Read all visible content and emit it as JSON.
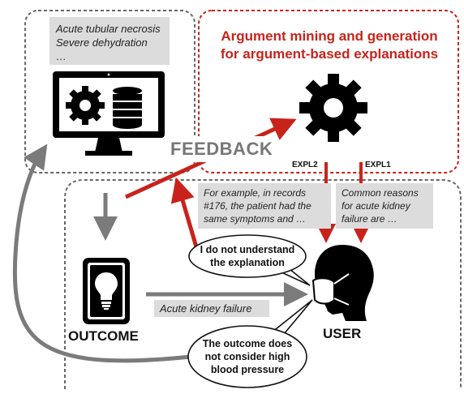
{
  "monitor_note": {
    "lines": [
      "Acute tubular necrosis",
      "Severe dehydration",
      "…"
    ]
  },
  "argument_panel": {
    "title_line1": "Argument mining and generation",
    "title_line2": "for argument-based explanations"
  },
  "feedback_label": "FEEDBACK",
  "expl2": {
    "tag": "EXPL2",
    "text": "For example, in records #176, the patient had the same symptoms and …"
  },
  "expl1": {
    "tag": "EXPL1",
    "text": "Common reasons for acute kidney failure are …"
  },
  "bubble_top": {
    "line1": "I do not understand",
    "line2": "the explanation"
  },
  "bubble_bottom": {
    "line1": "The outcome does",
    "line2": "not consider high",
    "line3": "blood pressure"
  },
  "outcome_value": "Acute kidney failure",
  "outcome_label": "OUTCOME",
  "user_label": "USER",
  "colors": {
    "red": "#c8231b",
    "gray_arrow": "#7b7b7b",
    "note_bg": "#dcdcdc"
  },
  "icons": [
    "gear-icon",
    "database-icon",
    "computer-monitor-icon",
    "lightbulb-icon",
    "user-head-icon"
  ]
}
